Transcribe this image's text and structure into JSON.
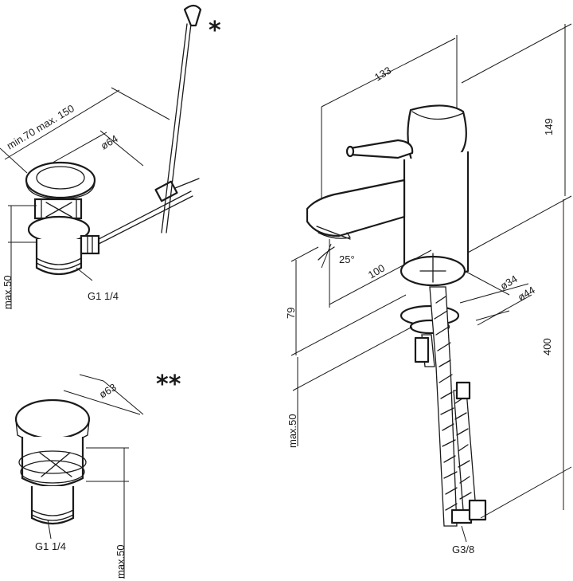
{
  "popup_waste": {
    "marker": "*",
    "range_label": "min.70 max. 150",
    "diameter_label": "ø64",
    "height_label": "max.50",
    "thread_label": "G1 1/4"
  },
  "click_clack_waste": {
    "marker": "**",
    "diameter_label": "ø63",
    "height_label": "max.50",
    "thread_label": "G1 1/4"
  },
  "mixer": {
    "length_label": "133",
    "height_label": "149",
    "angle_label": "25°",
    "reach_label": "100",
    "spout_height_label": "79",
    "base_diameter_label": "ø34",
    "flange_diameter_label": "ø44",
    "hose_length_label": "400",
    "deck_label": "max.50",
    "hose_thread_label": "G3/8"
  }
}
